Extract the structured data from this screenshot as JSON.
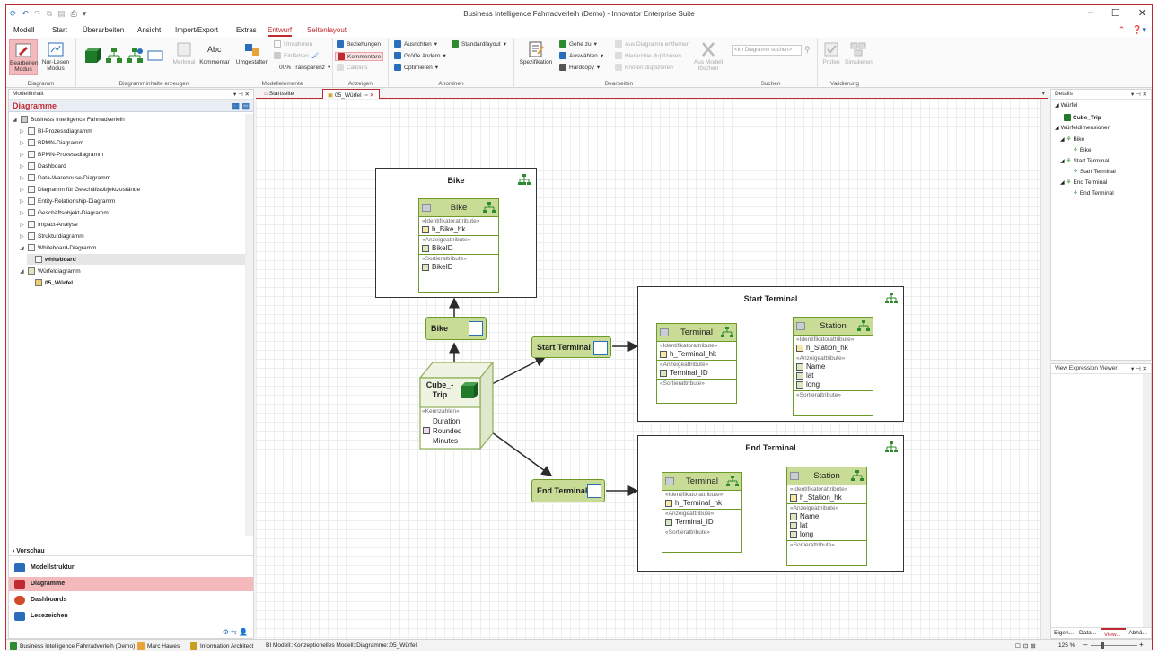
{
  "window": {
    "title": "Business Intelligence Fahrradverleih (Demo) - Innovator Enterprise Suite"
  },
  "menu": {
    "tabs": [
      "Modell",
      "Start",
      "Überarbeiten",
      "Ansicht",
      "Import/Export",
      "Extras",
      "Entwurf",
      "Seitenlayout"
    ],
    "active": "Entwurf"
  },
  "ribbon": {
    "groups": {
      "diagramm": "Diagramm",
      "diagramminhalte": "Diagramminhalte erzeugen",
      "modellelemente": "Modellelemente",
      "anzeigen": "Anzeigen",
      "anordnen": "Anordnen",
      "bearbeiten": "Bearbeiten",
      "suchen": "Suchen",
      "validierung": "Validierung"
    },
    "buttons": {
      "bearbeiten_modus": "Bearbeiten Modus",
      "nur_lesen_modus": "Nur-Lesen Modus",
      "merkmal": "Merkmal",
      "kommentar": "Kommentar",
      "umgestalten": "Umgestalten",
      "umrahmen": "Umrahmen",
      "einfaerben": "Einfärben",
      "transparenz": "00% Transparenz",
      "beziehungen": "Beziehungen",
      "kommentare": "Kommentare",
      "callouts": "Callouts",
      "ausrichten": "Ausrichten",
      "groesse_aendern": "Größe ändern",
      "optimieren": "Optimieren",
      "standardlayout": "Standardlayout",
      "spezifikation": "Spezifikation",
      "gehe_zu": "Gehe zu",
      "auswaehlen": "Auswählen",
      "hardcopy": "Hardcopy",
      "aus_diagramm_entfernen": "Aus Diagramm entfernen",
      "hierarchie_duplizieren": "Hierarchie duplizieren",
      "knoten_duplizieren": "Knoten duplizieren",
      "aus_modell_loeschen": "Aus Modell löschen",
      "search_placeholder": "<Im Diagramm suchen>",
      "pruefen": "Prüfen",
      "simulieren": "Simulieren"
    }
  },
  "left_panel": {
    "header": "Modellinhalt",
    "section_title": "Diagramme",
    "tree": [
      {
        "label": "Business Intelligence Fahrradverleih",
        "level": 0,
        "expanded": true
      },
      {
        "label": "BI-Prozessdiagramm",
        "level": 1
      },
      {
        "label": "BPMN-Diagramm",
        "level": 1
      },
      {
        "label": "BPMN-Prozessdiagramm",
        "level": 1
      },
      {
        "label": "Dashboard",
        "level": 1
      },
      {
        "label": "Data-Warehouse-Diagramm",
        "level": 1
      },
      {
        "label": "Diagramm für Geschäftsobjektzustände",
        "level": 1
      },
      {
        "label": "Entity-Relationship-Diagramm",
        "level": 1
      },
      {
        "label": "Geschäftsobjekt-Diagramm",
        "level": 1
      },
      {
        "label": "Impact-Analyse",
        "level": 1
      },
      {
        "label": "Strukturdiagramm",
        "level": 1
      },
      {
        "label": "Whiteboard-Diagramm",
        "level": 1,
        "expanded": true
      },
      {
        "label": "whiteboard",
        "level": 2,
        "selected": true
      },
      {
        "label": "Würfeldiagramm",
        "level": 1,
        "expanded": true
      },
      {
        "label": "05_Würfel",
        "level": 2,
        "bold": true
      }
    ],
    "vorschau": "Vorschau",
    "nav": [
      {
        "label": "Modellstruktur",
        "color": "#2a6ebb"
      },
      {
        "label": "Diagramme",
        "color": "#c0292f",
        "selected": true
      },
      {
        "label": "Dashboards",
        "color": "#d04a2a"
      },
      {
        "label": "Lesezeichen",
        "color": "#2a6ebb"
      }
    ]
  },
  "doc_tabs": [
    {
      "label": "Startseite"
    },
    {
      "label": "05_Würfel",
      "active": true
    }
  ],
  "diagram": {
    "boxes": {
      "bike": {
        "title": "Bike"
      },
      "start": {
        "title": "Start Terminal"
      },
      "end": {
        "title": "End Terminal"
      }
    },
    "entities": {
      "bike": {
        "name": "Bike",
        "stereo1": "«Identifikatorattribute»",
        "id": "h_Bike_hk",
        "stereo2": "«Anzeigeattribute»",
        "disp": "BikeID",
        "stereo3": "«Sortierattribute»",
        "sort": "BikeID"
      },
      "st_terminal": {
        "name": "Terminal",
        "stereo1": "«Identifikatorattribute»",
        "id": "h_Terminal_hk",
        "stereo2": "«Anzeigeattribute»",
        "disp": "Terminal_ID",
        "stereo3": "«Sortierattribute»"
      },
      "st_station": {
        "name": "Station",
        "stereo1": "«Identifikatorattribute»",
        "id": "h_Station_hk",
        "stereo2": "«Anzeigeattribute»",
        "a1": "Name",
        "a2": "lat",
        "a3": "long",
        "stereo3": "«Sortierattribute»"
      },
      "en_terminal": {
        "name": "Terminal",
        "stereo1": "«Identifikatorattribute»",
        "id": "h_Terminal_hk",
        "stereo2": "«Anzeigeattribute»",
        "disp": "Terminal_ID",
        "stereo3": "«Sortierattribute»"
      },
      "en_station": {
        "name": "Station",
        "stereo1": "«Identifikatorattribute»",
        "id": "h_Station_hk",
        "stereo2": "«Anzeigeattribute»",
        "a1": "Name",
        "a2": "lat",
        "a3": "long",
        "stereo3": "«Sortierattribute»"
      }
    },
    "dims": {
      "bike": "Bike",
      "start": "Start Terminal",
      "end": "End Terminal"
    },
    "cube": {
      "name_line1": "Cube_-",
      "name_line2": "Trip",
      "stereo": "«Kennzahlen»",
      "m1": "Duration",
      "m2": "Rounded",
      "m3": "Minutes"
    }
  },
  "details_panel": {
    "header": "Details",
    "items": [
      {
        "label": "Würfel",
        "level": 0
      },
      {
        "label": "Cube_Trip",
        "level": 1,
        "bold": true
      },
      {
        "label": "Würfeldimensionen",
        "level": 0
      },
      {
        "label": "Bike",
        "level": 1
      },
      {
        "label": "Bike",
        "level": 2
      },
      {
        "label": "Start Terminal",
        "level": 1
      },
      {
        "label": "Start Terminal",
        "level": 2
      },
      {
        "label": "End Terminal",
        "level": 1
      },
      {
        "label": "End Terminal",
        "level": 2
      }
    ]
  },
  "view_panel": {
    "header": "View Expression Viewer",
    "tabs": [
      "Eigen...",
      "Data...",
      "View...",
      "Abhä..."
    ],
    "active": "View..."
  },
  "status": {
    "model": "Business Intelligence Fahrradverleih (Demo)",
    "user": "Marc Hawes",
    "role": "Information Architect",
    "path": "BI Modell::Konzeptionelles Modell::Diagramme::05_Würfel",
    "zoom": "125 %"
  },
  "colors": {
    "accent": "#c0292f",
    "entity_header": "#c8dc96",
    "entity_border": "#6e9a2b"
  }
}
